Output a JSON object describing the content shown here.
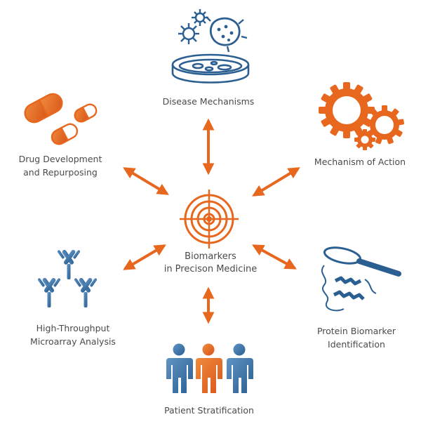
{
  "center": {
    "line1": "Biomarkers",
    "line2": "in Precison Medicine"
  },
  "nodes": {
    "disease": {
      "label": "Disease Mechanisms"
    },
    "moa": {
      "label": "Mechanism of Action"
    },
    "protein": {
      "line1": "Protein Biomarker",
      "line2": "Identification"
    },
    "patient": {
      "label": "Patient Stratification"
    },
    "microarray": {
      "line1": "High-Throughput",
      "line2": "Microarray Analysis"
    },
    "drug": {
      "line1": "Drug Development",
      "line2": "and Repurposing"
    }
  },
  "colors": {
    "orange": "#e8671e",
    "blue": "#2b5f91",
    "text": "#4a4a4a"
  },
  "icons": {
    "center": "target-icon",
    "disease": "petri-dish-bacteria-icon",
    "moa": "gears-icon",
    "protein": "magnifier-protein-icon",
    "patient": "people-icon",
    "microarray": "antibody-icon",
    "drug": "pills-icon"
  }
}
